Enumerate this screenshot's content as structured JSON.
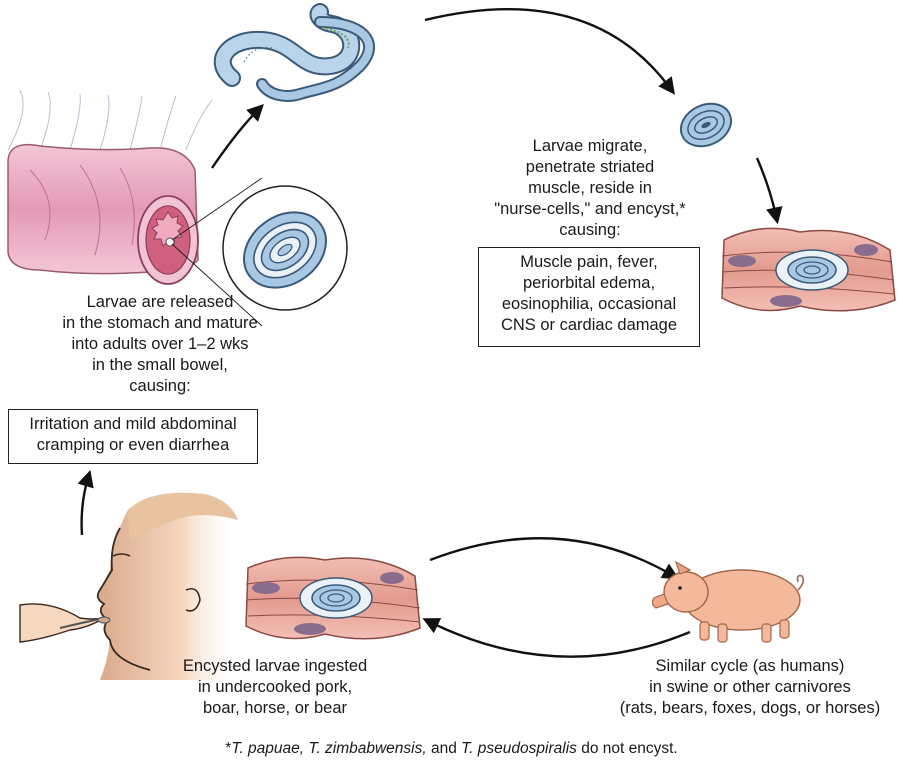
{
  "stages": {
    "intestine": {
      "caption_lines": [
        "Larvae are released",
        "in the stomach and mature",
        "into adults over 1–2 wks",
        "in the small bowel,",
        "causing:"
      ],
      "effects_lines": [
        "Irritation and mild abdominal",
        "cramping or even diarrhea"
      ]
    },
    "muscle": {
      "caption_lines": [
        "Larvae migrate,",
        "penetrate striated",
        "muscle, reside in",
        "\"nurse-cells,\" and encyst,*",
        "causing:"
      ],
      "effects_lines": [
        "Muscle pain, fever,",
        "periorbital edema,",
        "eosinophilia, occasional",
        "CNS or cardiac damage"
      ]
    },
    "ingestion": {
      "caption_lines": [
        "Encysted larvae ingested",
        "in undercooked pork,",
        "boar, horse, or bear"
      ]
    },
    "animal_cycle": {
      "caption_lines": [
        "Similar cycle (as humans)",
        "in swine or other carnivores",
        "(rats, bears, foxes, dogs, or horses)"
      ]
    }
  },
  "footnote": {
    "star": "*",
    "species1": "T. papuae,",
    "species2": "T. zimbabwensis,",
    "joiner": " and ",
    "species3": "T. pseudospiralis",
    "tail": " do not encyst."
  },
  "colors": {
    "larva_fill": "#a9c8e4",
    "larva_stroke": "#3b5a7a",
    "muscle_fill": "#e8a49a",
    "muscle_stroke": "#8a4a44",
    "nucleus": "#8a6d8e",
    "intestine": "#e6a8bf",
    "skin": "#f3d2b5",
    "pig": "#f4b99a"
  },
  "icons": [
    "adult-worm-icon",
    "coiled-larva-icon",
    "muscle-cyst-icon",
    "intestine-icon",
    "human-eating-icon",
    "pig-icon"
  ]
}
